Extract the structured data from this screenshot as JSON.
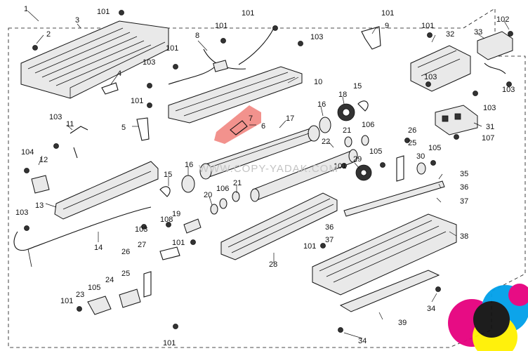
{
  "watermark": "WWW.COPY-YADAK.COM",
  "highlight_color": "#e8382f",
  "labels": {
    "l1": "1",
    "l2": "2",
    "l3": "3",
    "l4": "4",
    "l5": "5",
    "l6": "6",
    "l7": "7",
    "l8": "8",
    "l9": "9",
    "l10": "10",
    "l11": "11",
    "l12": "12",
    "l13": "13",
    "l14": "14",
    "l15a": "15",
    "l15b": "15",
    "l16a": "16",
    "l16b": "16",
    "l17": "17",
    "l18": "18",
    "l19": "19",
    "l20": "20",
    "l21a": "21",
    "l21b": "21",
    "l22": "22",
    "l23": "23",
    "l24": "24",
    "l25a": "25",
    "l25b": "25",
    "l26a": "26",
    "l26b": "26",
    "l27": "27",
    "l28": "28",
    "l29": "29",
    "l30": "30",
    "l31": "31",
    "l32": "32",
    "l33": "33",
    "l34a": "34",
    "l34b": "34",
    "l35": "35",
    "l36a": "36",
    "l36b": "36",
    "l37a": "37",
    "l37b": "37",
    "l38": "38",
    "l39": "39",
    "s101a": "101",
    "s101b": "101",
    "s101c": "101",
    "s101d": "101",
    "s101e": "101",
    "s101f": "101",
    "s101g": "101",
    "s101h": "101",
    "s101i": "101",
    "s101j": "101",
    "s101k": "101",
    "s101l": "101",
    "s102": "102",
    "s103a": "103",
    "s103b": "103",
    "s103c": "103",
    "s103d": "103",
    "s103e": "103",
    "s103f": "103",
    "s103g": "103",
    "s103h": "103",
    "s104": "104",
    "s105a": "105",
    "s105b": "105",
    "s105c": "105",
    "s106a": "106",
    "s106b": "106",
    "s107": "107",
    "s108": "108"
  }
}
